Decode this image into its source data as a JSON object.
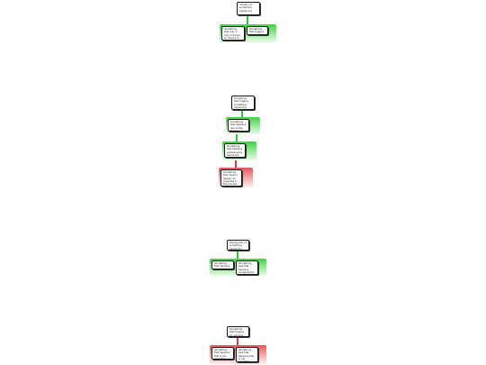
{
  "diagram_1": {
    "root": "Inhibitor of something happening",
    "children": [
      "Something that may or may not have an impact on outcome",
      "Something that triggers the outcome"
    ]
  },
  "diagram_2": {
    "root": "Something that triggers something happening",
    "chain": [
      "Something that happens due to the trigger",
      "Something that happens subsequently before the outcome",
      "Something that doesn't happen as expected in the process flow leading to failure"
    ]
  },
  "diagram_3": {
    "root": "Prerequisite of something happening",
    "children": [
      "Something that happens",
      "Something else that happens alongside the other thing at the same time"
    ]
  },
  "diagram_4": {
    "root": "Something that triggers an outcome",
    "children": [
      "Something that happens that is not expected",
      "Something else that happens that is not expected alongside"
    ]
  },
  "colors": {
    "positive": "#3fd13f",
    "negative": "#e25555"
  }
}
